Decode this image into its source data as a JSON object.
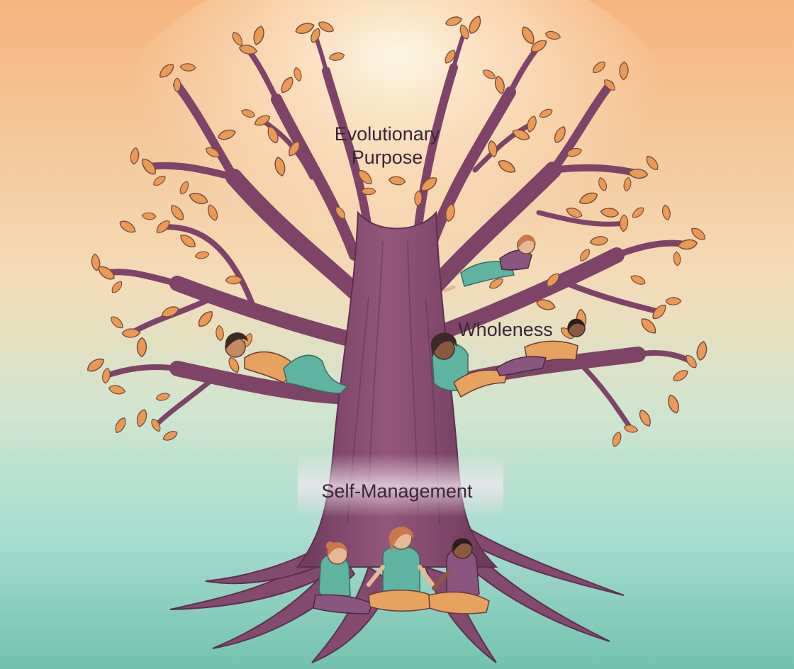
{
  "labels": {
    "purpose_line1": "Evolutionary",
    "purpose_line2": "Purpose",
    "wholeness": "Wholeness",
    "self_management": "Self-Management"
  },
  "colors": {
    "sky_top": "#f6b47e",
    "sky_mid": "#f4e6c8",
    "ground": "#78c4b2",
    "trunk": "#8a4f74",
    "trunk_shade": "#6e3a5e",
    "trunk_light": "#a56a8e",
    "leaf": "#e89a56",
    "leaf_edge": "#7a4a3a",
    "shirt_teal": "#5fb3a1",
    "pants_orange": "#e7a25e",
    "skin_light": "#e7b894",
    "skin_dark": "#8a5a40",
    "hair_dark": "#3a2a28",
    "hair_ginger": "#c9794a",
    "text": "#3a2638"
  },
  "icons": {
    "tree": "tree-illustration",
    "people": [
      "person-reclining-left-branch",
      "person-reclining-top-branch",
      "person-sitting-right-branch",
      "person-reclining-right-branch",
      "person-sitting-left-root",
      "person-meditating-center",
      "person-sitting-right-root"
    ]
  }
}
